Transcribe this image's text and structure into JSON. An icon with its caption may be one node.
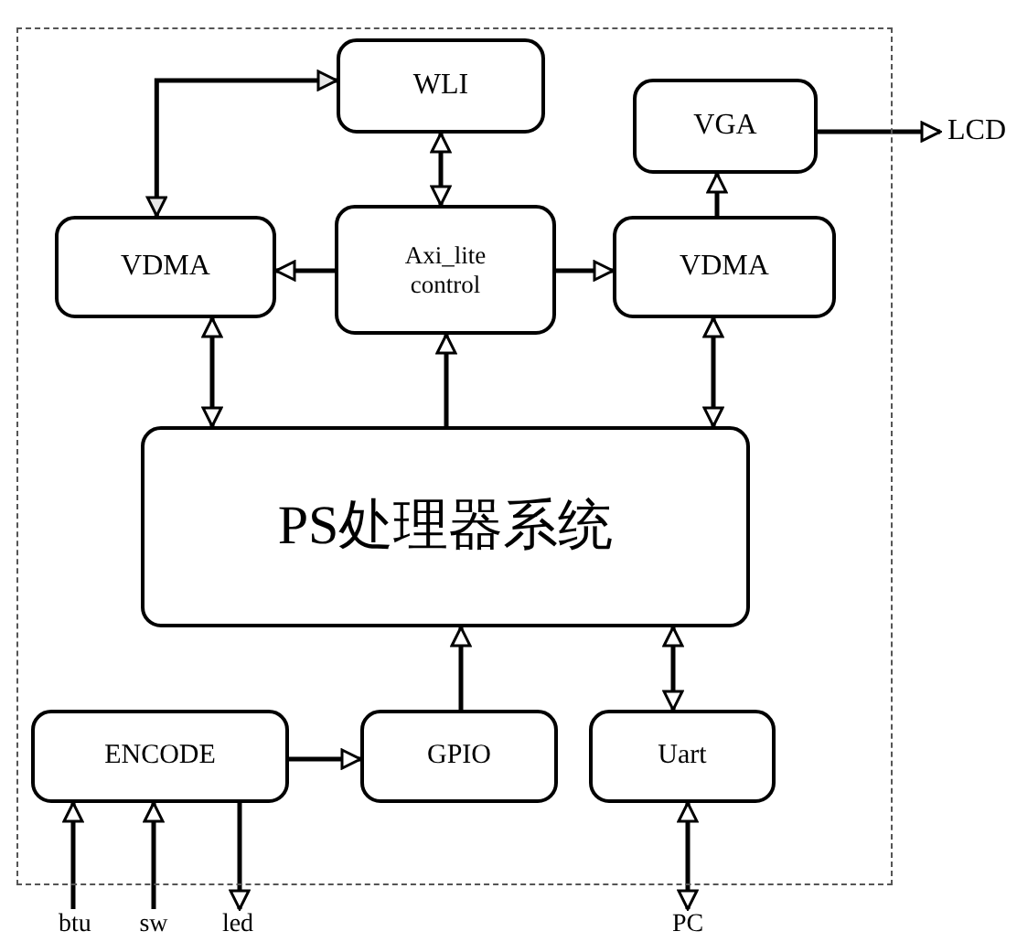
{
  "diagram": {
    "nodes": [
      {
        "text": [],
        "shape": "box"
      },
      {
        "text": [
          "WLI"
        ],
        "in": 0
      },
      {
        "text": [
          "VGA"
        ],
        "in": 0
      },
      {
        "text": [
          "LCD"
        ]
      },
      {
        "text": [
          "VDMA"
        ],
        "in": 0
      },
      {
        "text": [
          "Axi_lite control"
        ],
        "in": 0
      },
      {
        "text": [
          "VDMA"
        ],
        "in": 0
      },
      {
        "text": [
          "PS处理器系统"
        ],
        "in": 0
      },
      {
        "text": [
          "ENCODE"
        ],
        "in": 0
      },
      {
        "text": [
          "GPIO"
        ],
        "in": 0
      },
      {
        "text": [
          "Uart"
        ],
        "in": 0
      },
      {
        "text": [
          "btu"
        ]
      },
      {
        "text": [
          "sw"
        ]
      },
      {
        "text": [
          "led"
        ]
      },
      {
        "text": [
          "PC"
        ]
      }
    ],
    "edges": [
      {
        "from": 1,
        "to": 4,
        "arrow": "both"
      },
      {
        "from": 5,
        "to": 1,
        "arrow": "both"
      },
      {
        "from": 5,
        "to": 4,
        "arrow": "to"
      },
      {
        "from": 5,
        "to": 6,
        "arrow": "to"
      },
      {
        "from": 6,
        "to": 2,
        "arrow": "to"
      },
      {
        "from": 2,
        "to": 3,
        "arrow": "to"
      },
      {
        "from": 4,
        "to": 7,
        "arrow": "both"
      },
      {
        "from": 7,
        "to": 5,
        "arrow": "to"
      },
      {
        "from": 6,
        "to": 7,
        "arrow": "both"
      },
      {
        "from": 9,
        "to": 7,
        "arrow": "to"
      },
      {
        "from": 7,
        "to": 10,
        "arrow": "both"
      },
      {
        "from": 8,
        "to": 9,
        "arrow": "to"
      },
      {
        "from": 11,
        "to": 8,
        "arrow": "to"
      },
      {
        "from": 12,
        "to": 8,
        "arrow": "to"
      },
      {
        "from": 8,
        "to": 13,
        "arrow": "to"
      },
      {
        "from": 10,
        "to": 14,
        "arrow": "both"
      }
    ]
  }
}
